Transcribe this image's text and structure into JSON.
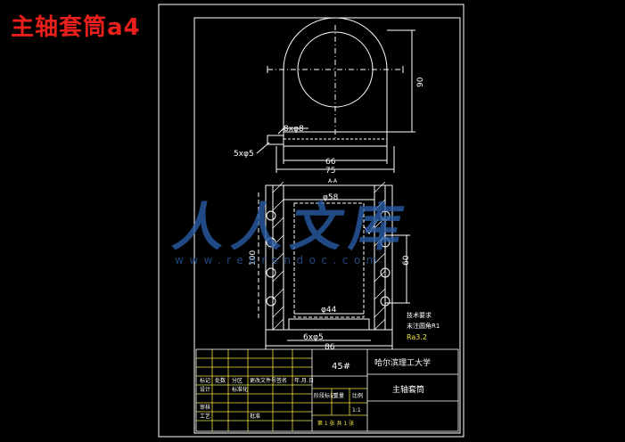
{
  "header": {
    "title": "主轴套筒a4"
  },
  "watermark": {
    "text": "人人文库",
    "url": "www.renrendoc.com"
  },
  "drawing": {
    "top_view": {
      "dim_90": "90",
      "dim_8x8": "8xφ8",
      "dim_5x5": "5xφ5",
      "dim_66": "66",
      "dim_75": "75",
      "section_mark": "A-A"
    },
    "front_view": {
      "dim_58": "φ58",
      "dim_100": "100",
      "dim_60": "60",
      "dim_44": "φ44",
      "dim_6x5": "6xφ5",
      "dim_86": "86"
    },
    "notes": {
      "line1": "技术要求",
      "line2": "未注圆角R1",
      "roughness": "Ra3.2"
    }
  },
  "title_block": {
    "material": "45#",
    "school": "哈尔滨理工大学",
    "part_name": "主轴套筒",
    "stage_mark": "阶段标记",
    "weight": "重量",
    "scale": "比例",
    "scale_value": "1:1",
    "sheet_info": "第 1 张   共 1 张",
    "row_mark": "标记",
    "row_count": "处数",
    "row_zone": "分区",
    "row_change": "更改文件号",
    "row_sign": "签名",
    "row_date": "年.月.日",
    "row_design": "设计",
    "row_std": "标准化",
    "row_review": "审核",
    "row_craft": "工艺",
    "row_approve": "批准"
  },
  "colors": {
    "background": "#000000",
    "line": "#ffffff",
    "accent": "#e8201c",
    "dimension": "#ffffff",
    "watermark": "#2b5ea8",
    "title_block_grid": "#f2e34a"
  }
}
